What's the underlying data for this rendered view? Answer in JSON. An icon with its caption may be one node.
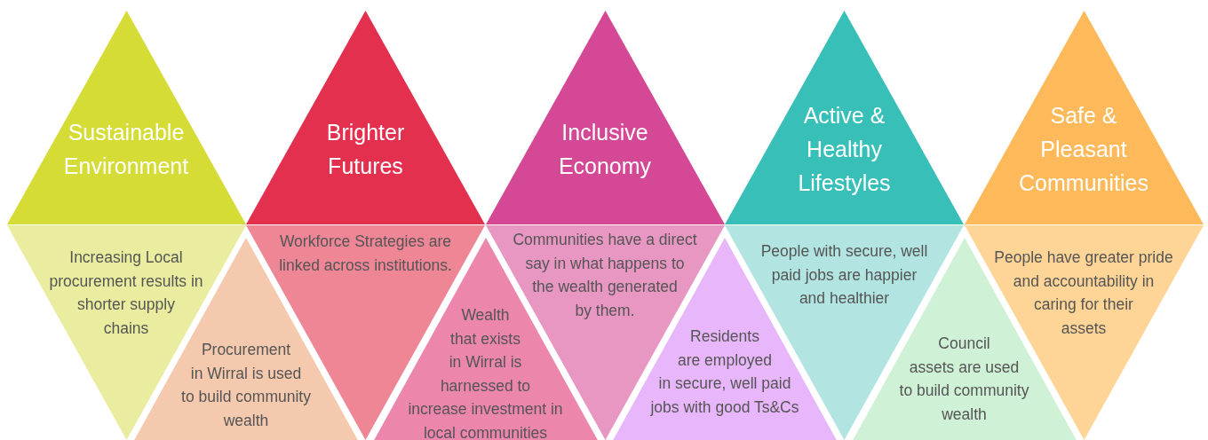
{
  "diagram": {
    "nodes": [
      {
        "text": [
          "Sustainable Environment"
        ]
      },
      {
        "text": [
          "Brighter Futures"
        ]
      },
      {
        "text": [
          "Inclusive Economy"
        ]
      },
      {
        "text": [
          "Active & Healthy Lifestyles"
        ]
      },
      {
        "text": [
          "Safe & Pleasant Communities"
        ]
      },
      {
        "text": [
          "Increasing Local procurement results in shorter supply chains"
        ]
      },
      {
        "text": [
          "Procurement in Wirral is used to build community wealth"
        ]
      },
      {
        "text": [
          "Workforce Strategies are linked across institutions."
        ]
      },
      {
        "text": [
          "Wealth that exists in Wirral is harnessed to increase investment in local communities"
        ]
      },
      {
        "text": [
          "Communities have a direct say in what happens to the wealth generated by them."
        ]
      },
      {
        "text": [
          "Residents are employed in secure, well paid jobs with good Ts&Cs"
        ]
      },
      {
        "text": [
          "People with secure, well paid jobs are happier and healthier"
        ]
      },
      {
        "text": [
          "Council assets are used to build community wealth"
        ]
      },
      {
        "text": [
          "People have greater pride and accountability in caring for their assets"
        ]
      }
    ]
  }
}
